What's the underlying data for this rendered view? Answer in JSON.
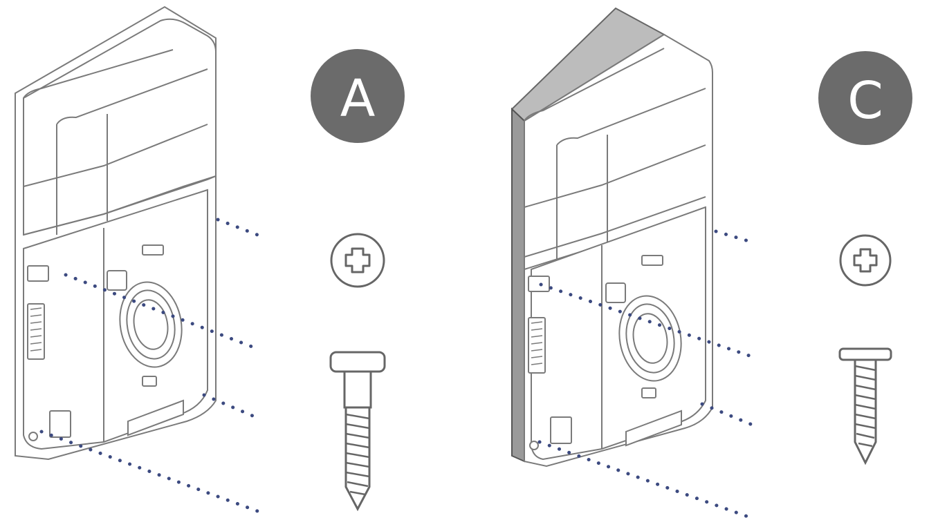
{
  "panels": [
    {
      "badge": "A",
      "screw_type": "pan-head-wood-screw"
    },
    {
      "badge": "C",
      "screw_type": "flat-head-screw",
      "has_wedge": true
    }
  ],
  "colors": {
    "badge_fill": "#6b6b6b",
    "badge_text": "#ffffff",
    "outline": "#777777",
    "dots": "#3c4a80",
    "wedge": "#bcbcbc"
  },
  "icons": [
    "phillips-screwdriver-icon",
    "screw-icon",
    "video-doorbell-icon"
  ]
}
